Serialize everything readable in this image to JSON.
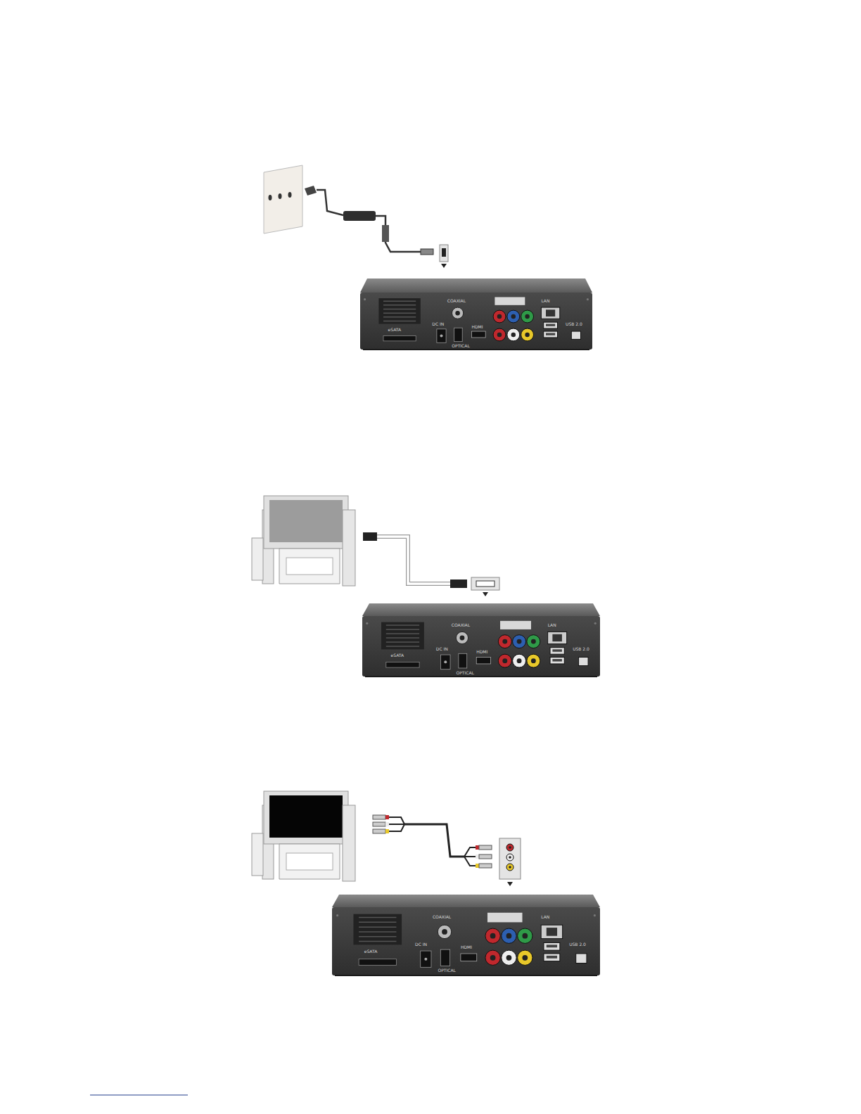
{
  "diagram": {
    "labels": [
      "DC IN",
      "COAXIAL",
      "OPTICAL",
      "HDMI",
      "LAN",
      "USB 2.0",
      "eSATA",
      "DC IN",
      "COAXIAL",
      "OPTICAL",
      "HDMI",
      "LAN",
      "USB 2.0",
      "eSATA",
      "DC IN",
      "COAXIAL",
      "OPTICAL",
      "HDMI",
      "LAN",
      "USB 2.0",
      "eSATA"
    ]
  }
}
